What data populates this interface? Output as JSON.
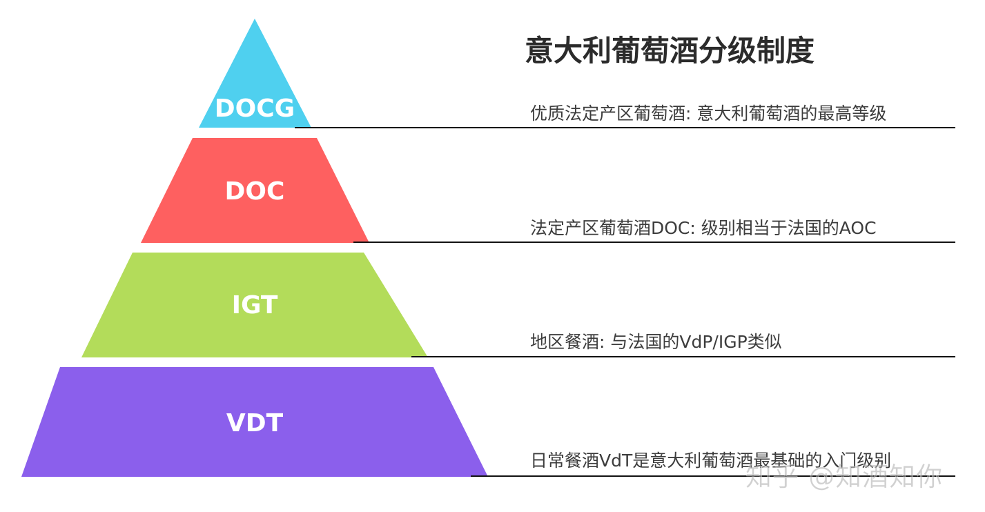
{
  "title": "意大利葡萄酒分级制度",
  "tiers": [
    {
      "label": "DOCG",
      "color": "#4fd0ef",
      "description": "优质法定产区葡萄酒:  意大利葡萄酒的最高等级"
    },
    {
      "label": "DOC",
      "color": "#fe6060",
      "description": "法定产区葡萄酒DOC:  级别相当于法国的AOC"
    },
    {
      "label": "IGT",
      "color": "#b3dc5a",
      "description": "地区餐酒: 与法国的VdP/IGP类似"
    },
    {
      "label": "VDT",
      "color": "#8b5fec",
      "description": "日常餐酒VdT是意大利葡萄酒最基础的入门级别"
    }
  ],
  "watermark": "知乎 @知酒知你"
}
